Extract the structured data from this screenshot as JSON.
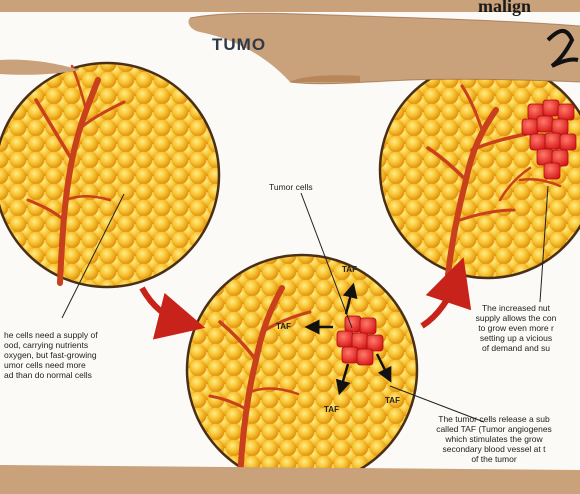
{
  "title": "TUMO",
  "corner_word": "malign",
  "labels": {
    "tumor_cells": "Tumor cells",
    "taf": "TAF"
  },
  "captions": {
    "left": [
      "he cells need a supply of",
      "ood, carrying nutrients",
      "oxygen, but fast-growing",
      "umor cells need more",
      "ad than do normal cells"
    ],
    "right": [
      "The increased nut",
      "supply allows the con",
      "to grow even more r",
      "setting up a vicious",
      "of demand and su"
    ],
    "bottom": [
      "The tumor cells release a sub",
      "called TAF (Tumor angiogenes",
      "which stimulates the grow",
      "secondary blood vessel at t",
      "of the tumor"
    ]
  },
  "colors": {
    "cell_fill": "#f7c131",
    "cell_shadow": "#e08f0e",
    "vessel": "#c8401c",
    "tumor": "#e8231f",
    "arrow": "#c8231a",
    "torn_paper": "#c9a17a"
  }
}
